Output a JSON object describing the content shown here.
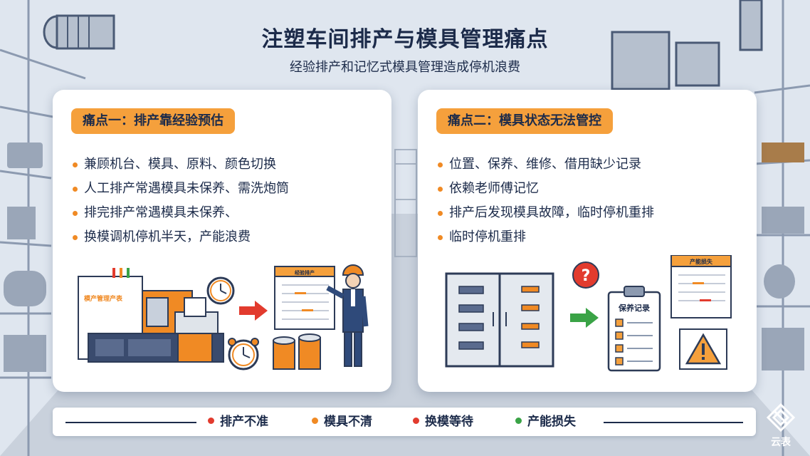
{
  "title": "注塑车间排产与模具管理痛点",
  "subtitle": "经验排产和记忆式模具管理造成停机浪费",
  "left_panel": {
    "tag": "痛点一：排产靠经验预估",
    "points": [
      "兼顾机台、模具、原料、颜色切换",
      "人工排产常遇模具未保养、需洗炮筒",
      "排完排产常遇模具未保养、",
      "换模调机停机半天，产能浪费"
    ],
    "machine_label": "模产管理产表",
    "board_label": "经验排产"
  },
  "right_panel": {
    "tag": "痛点二：模具状态无法管控",
    "points": [
      "位置、保养、维修、借用缺少记录",
      "依赖老师傅记忆",
      "排产后发现模具故障，临时停机重排",
      "临时停机重排"
    ],
    "clipboard_label": "保养记录",
    "loss_board_label": "产能损失"
  },
  "legend": [
    {
      "label": "排产不准",
      "color": "#e23b2e"
    },
    {
      "label": "模具不清",
      "color": "#f08a24"
    },
    {
      "label": "换模等待",
      "color": "#e23b2e"
    },
    {
      "label": "产能损失",
      "color": "#3aa346"
    }
  ],
  "colors": {
    "accent": "#f5a03c",
    "navy": "#1c2b4a",
    "alert_red": "#e23b2e",
    "ok_green": "#3aa346"
  },
  "logo_text": "云表"
}
